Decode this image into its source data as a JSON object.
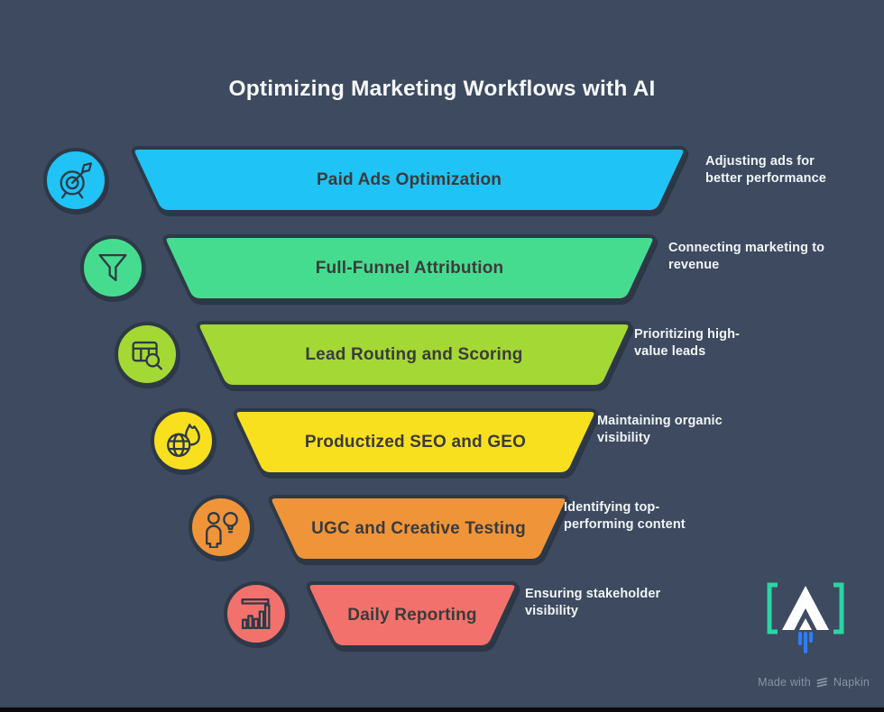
{
  "title": "Optimizing Marketing Workflows with AI",
  "background_color": "#3d4a5f",
  "funnel": {
    "outline_color": "#2e3947",
    "label_color": "#3b3b3b",
    "segments": [
      {
        "label": "Paid Ads Optimization",
        "annotation": "Adjusting ads for better performance",
        "color": "#20c3f5",
        "icon": "target-dart-icon"
      },
      {
        "label": "Full-Funnel Attribution",
        "annotation": "Connecting marketing to revenue",
        "color": "#46dc8f",
        "icon": "funnel-icon"
      },
      {
        "label": "Lead Routing and Scoring",
        "annotation": "Prioritizing high-value leads",
        "color": "#a4d835",
        "icon": "table-search-icon"
      },
      {
        "label": "Productized SEO and GEO",
        "annotation": "Maintaining organic visibility",
        "color": "#f8e01f",
        "icon": "globe-flame-icon"
      },
      {
        "label": "UGC and Creative Testing",
        "annotation": "Identifying top-performing content",
        "color": "#f0943a",
        "icon": "person-balloon-icon"
      },
      {
        "label": "Daily Reporting",
        "annotation": "Ensuring stakeholder visibility",
        "color": "#f3716c",
        "icon": "bar-chart-icon"
      }
    ]
  },
  "logo": {
    "bracket_color": "#2bd4a4",
    "letter_color": "#ffffff",
    "exhaust_color": "#2f7df6"
  },
  "footer": {
    "text": "Made with",
    "brand": "Napkin",
    "color": "#8a93a4"
  }
}
